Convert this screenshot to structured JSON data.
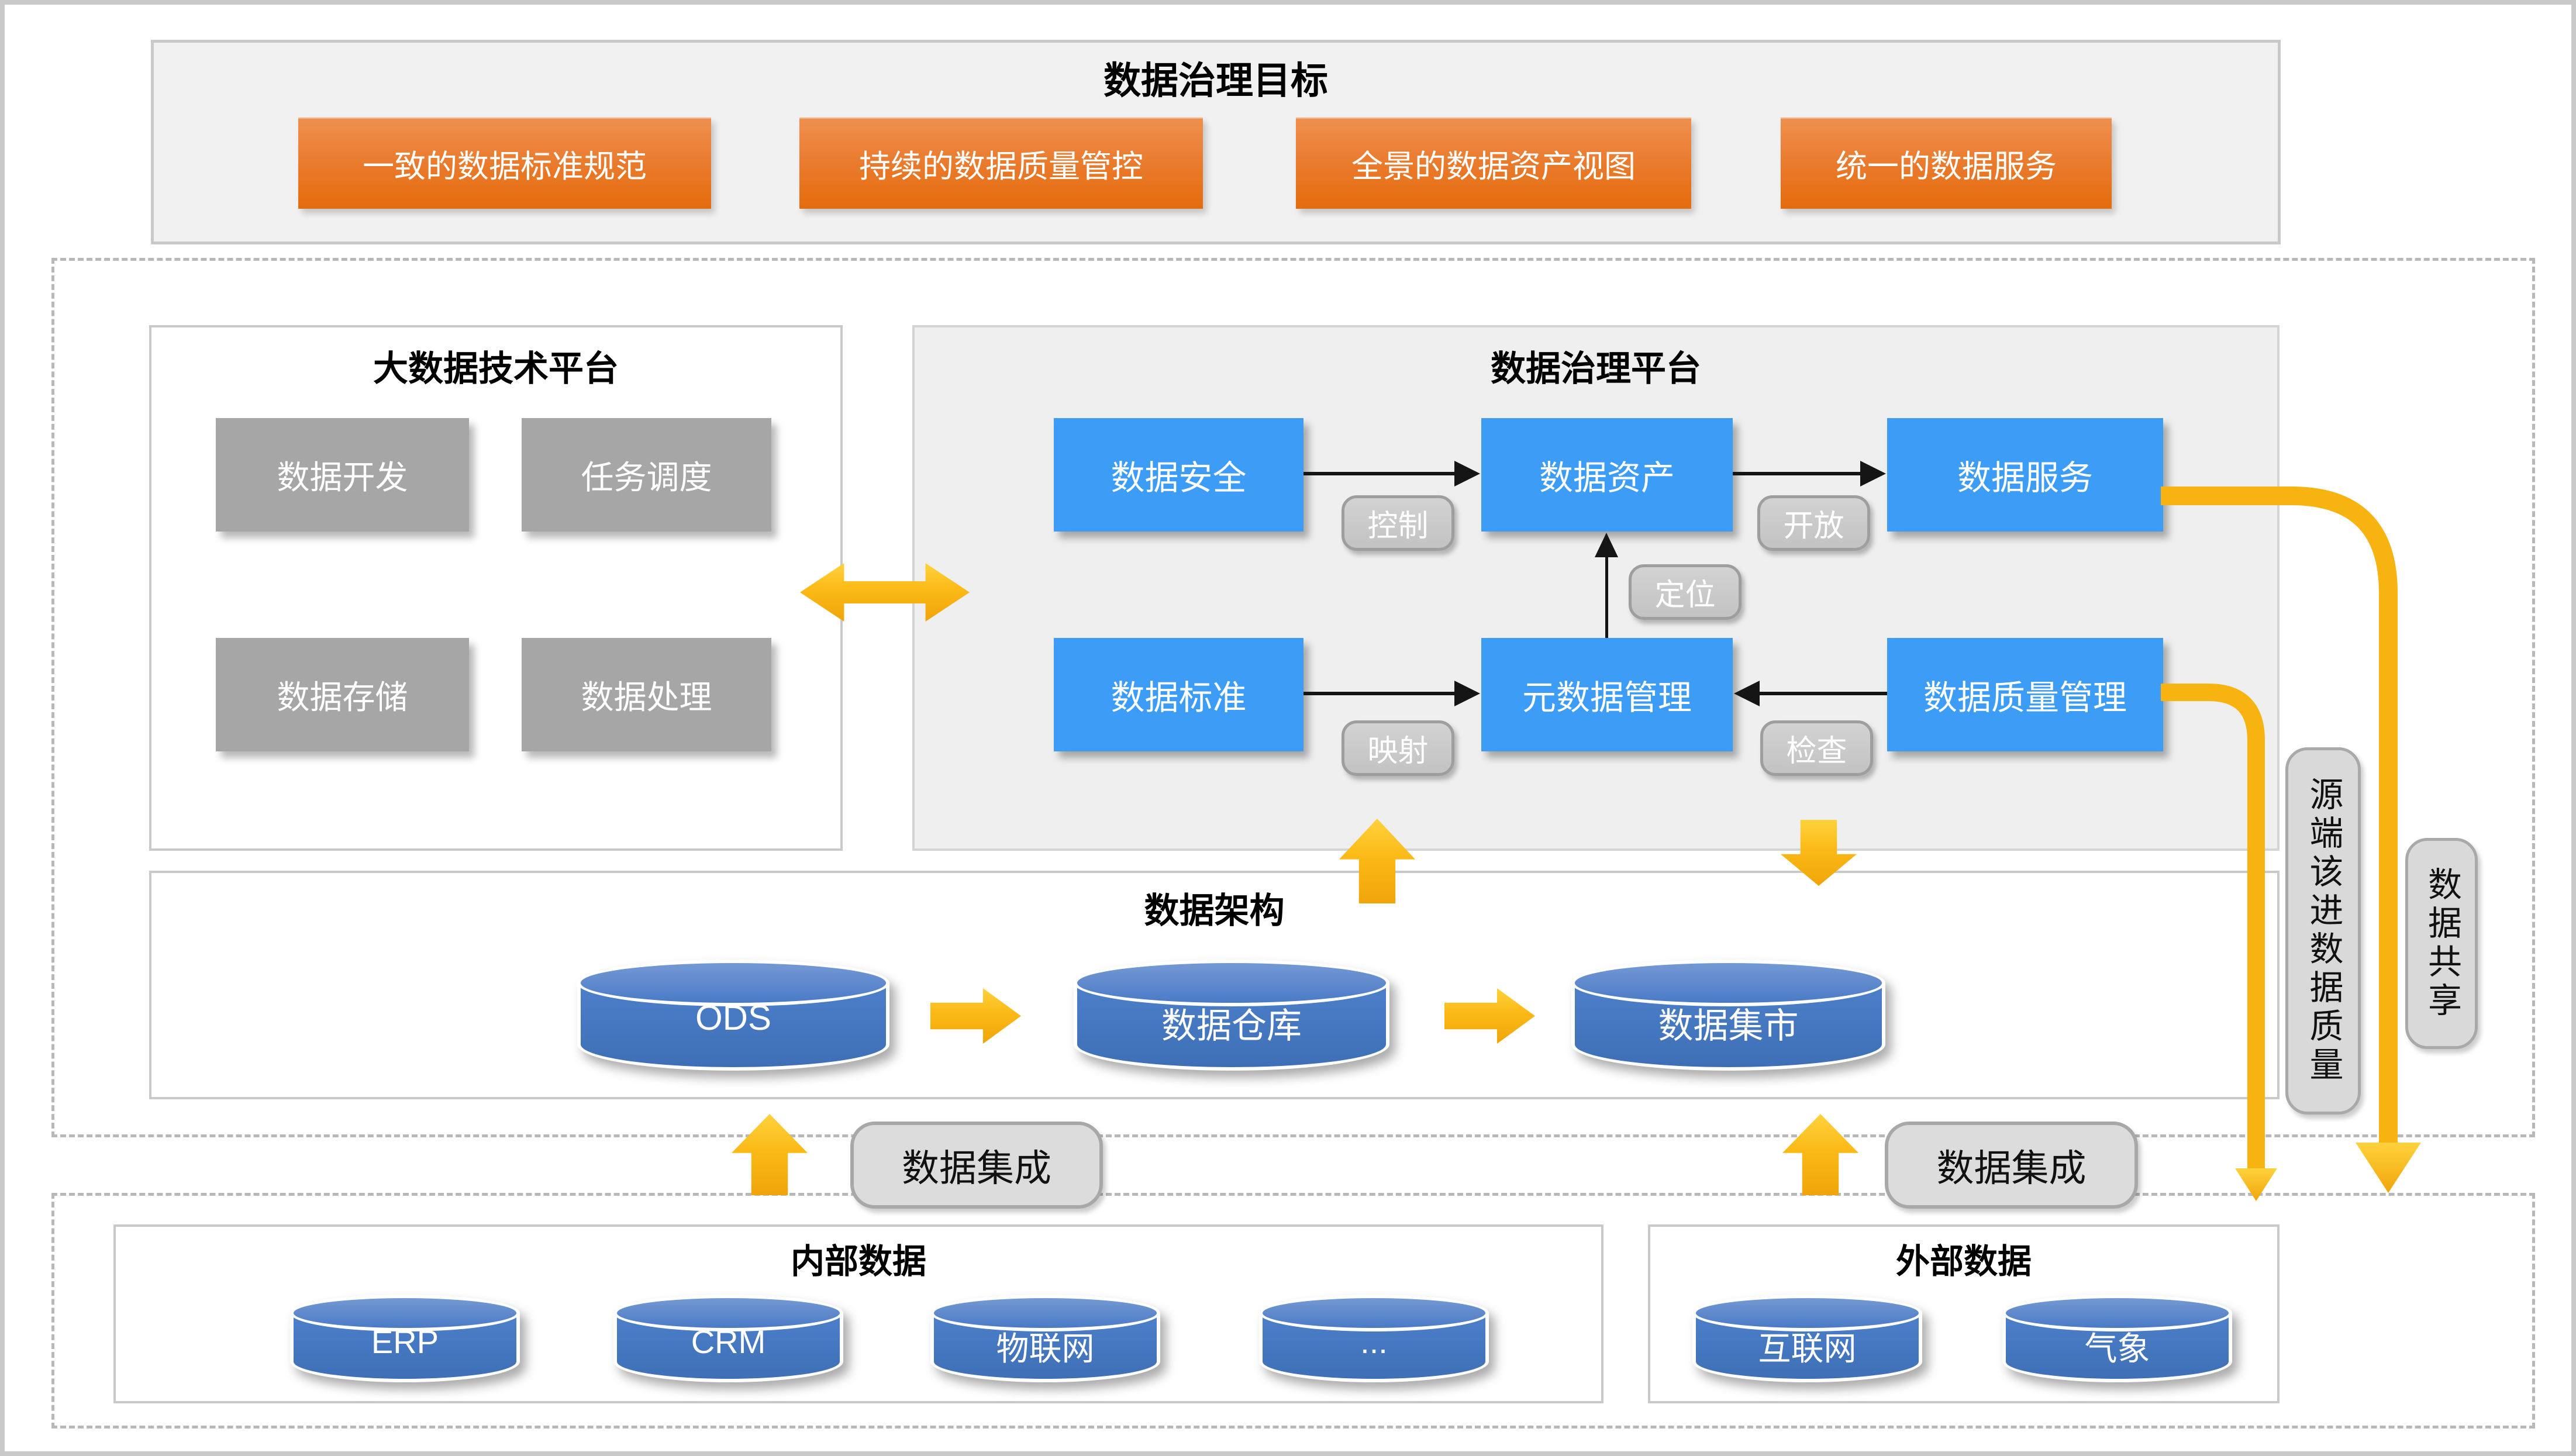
{
  "goals": {
    "title": "数据治理目标",
    "items": [
      "一致的数据标准规范",
      "持续的数据质量管控",
      "全景的数据资产视图",
      "统一的数据服务"
    ]
  },
  "bigdata": {
    "title": "大数据技术平台",
    "boxes": [
      "数据开发",
      "任务调度",
      "数据存储",
      "数据处理"
    ]
  },
  "gov": {
    "title": "数据治理平台",
    "nodes": {
      "security": "数据安全",
      "asset": "数据资产",
      "service": "数据服务",
      "standard": "数据标准",
      "metadata": "元数据管理",
      "quality": "数据质量管理"
    },
    "labels": {
      "control": "控制",
      "open": "开放",
      "locate": "定位",
      "map": "映射",
      "check": "检查"
    }
  },
  "arch": {
    "title": "数据架构",
    "stores": [
      "ODS",
      "数据仓库",
      "数据集市"
    ]
  },
  "integration": {
    "left": "数据集成",
    "right": "数据集成"
  },
  "notes": {
    "quality": "源端该进数据质量",
    "share": "数据共享"
  },
  "internal": {
    "title": "内部数据",
    "stores": [
      "ERP",
      "CRM",
      "物联网",
      "..."
    ]
  },
  "external": {
    "title": "外部数据",
    "stores": [
      "互联网",
      "气象"
    ]
  },
  "colors": {
    "orange": "#e8720f",
    "blue": "#3d9df6",
    "gray_box": "#a6a6a6",
    "yellow": "#fbb916",
    "cylinder_blue": "#4678c2"
  }
}
